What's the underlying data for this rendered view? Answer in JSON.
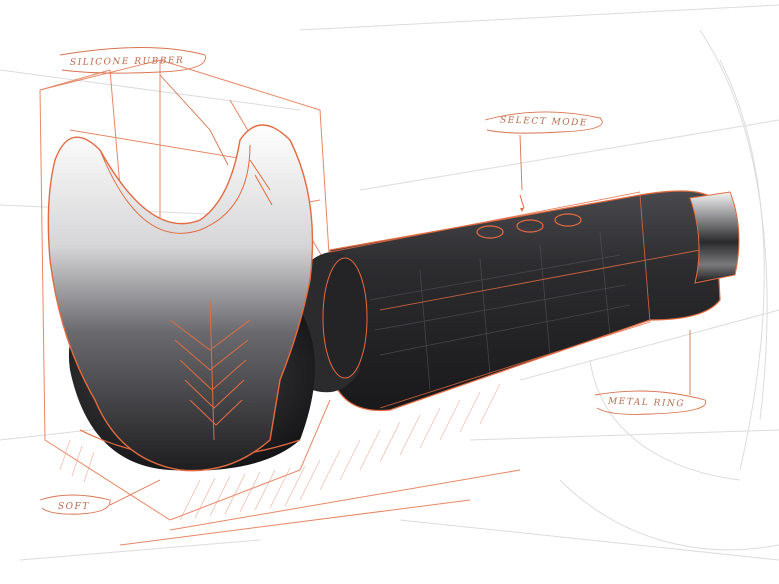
{
  "annotations": {
    "silicone": "Silicone Rubber",
    "select_mode": "Select Mode",
    "metal_ring": "Metal Ring",
    "soft": "Soft"
  },
  "colors": {
    "sketch_line": "#e0663c",
    "construction_line": "#d8d8d8",
    "body_dark": "#2a2a2c",
    "label_ink": "#b86a4c"
  },
  "icons": [
    "product-sketch",
    "control-buttons",
    "metal-cap"
  ]
}
